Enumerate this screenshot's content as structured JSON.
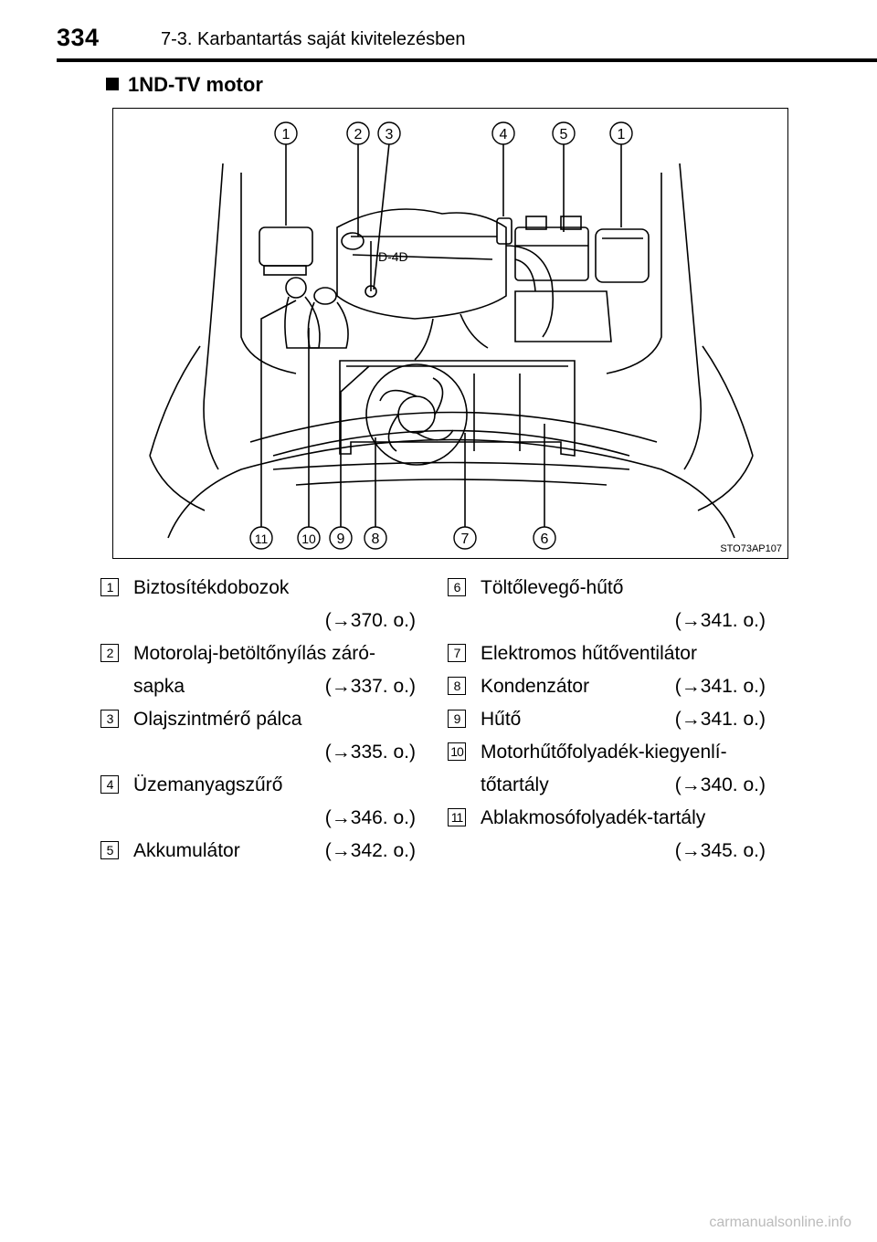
{
  "header": {
    "page_number": "334",
    "chapter": "7-3. Karbantartás saját kivitelezésben"
  },
  "section": {
    "heading": "1ND-TV motor"
  },
  "figure": {
    "code": "STO73AP107",
    "top_callouts": [
      "1",
      "2",
      "3",
      "4",
      "5",
      "1"
    ],
    "bottom_callouts": [
      "11",
      "10",
      "9",
      "8",
      "7",
      "6"
    ],
    "engine_badge": "D-4D"
  },
  "legend_left": [
    {
      "num": "1",
      "line1": "Biztosítékdobozok",
      "line2": "",
      "ref": "(→370. o.)"
    },
    {
      "num": "2",
      "line1": "Motorolaj-betöltőnyílás záró-",
      "line2": "sapka",
      "ref": "(→337. o.)"
    },
    {
      "num": "3",
      "line1": "Olajszintmérő pálca",
      "line2": "",
      "ref": "(→335. o.)"
    },
    {
      "num": "4",
      "line1": "Üzemanyagszűrő",
      "line2": "",
      "ref": "(→346. o.)"
    },
    {
      "num": "5",
      "line1": "Akkumulátor",
      "line2": "",
      "ref": "(→342. o.)"
    }
  ],
  "legend_right": [
    {
      "num": "6",
      "line1": "Töltőlevegő-hűtő",
      "line2": "",
      "ref": "(→341. o.)"
    },
    {
      "num": "7",
      "line1": "Elektromos hűtőventilátor",
      "line2": "",
      "ref": ""
    },
    {
      "num": "8",
      "line1": "Kondenzátor",
      "line2": "",
      "ref": "(→341. o.)"
    },
    {
      "num": "9",
      "line1": "Hűtő",
      "line2": "",
      "ref": "(→341. o.)"
    },
    {
      "num": "10",
      "line1": "Motorhűtőfolyadék-kiegyenlí-",
      "line2": "tőtartály",
      "ref": "(→340. o.)"
    },
    {
      "num": "11",
      "line1": "Ablakmosófolyadék-tartály",
      "line2": "",
      "ref": "(→345. o.)"
    }
  ],
  "watermark": "carmanualsonline.info"
}
